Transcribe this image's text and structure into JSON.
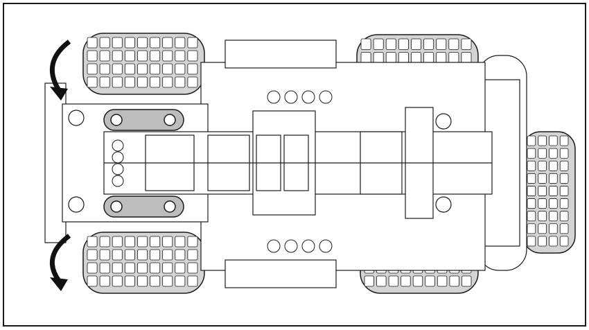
{
  "colors": {
    "line": "#1a1a1a",
    "tire": "#d4d4d4",
    "highlight": "#bdbdbd",
    "background": "#ffffff",
    "arrow": "#111111"
  },
  "diagram": {
    "subject": "vehicle-underside",
    "wheels": 5,
    "arrows": 2
  }
}
